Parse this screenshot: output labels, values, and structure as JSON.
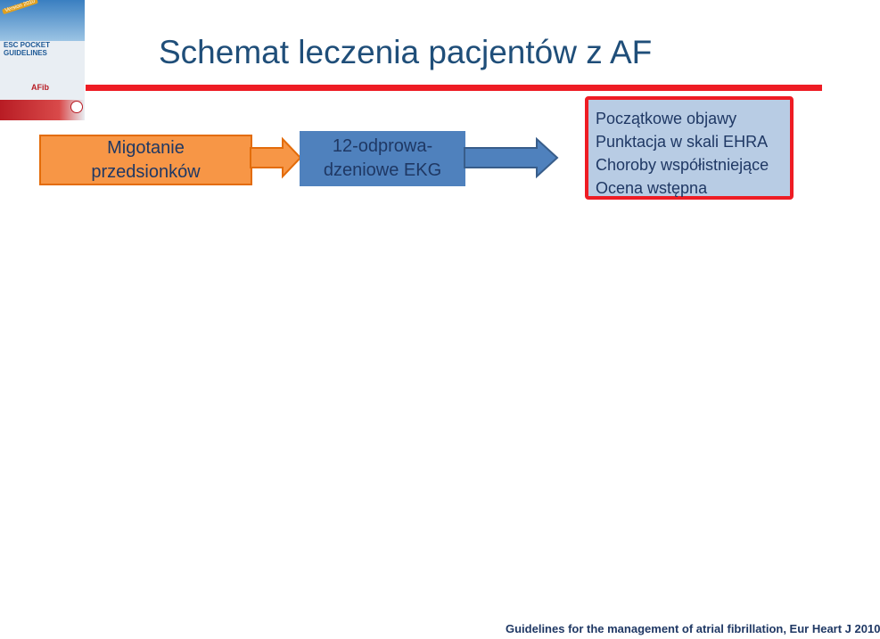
{
  "header": {
    "title": "Schemat leczenia pacjentów z AF"
  },
  "cover": {
    "version": "Version 2010",
    "series": "ESC POCKET GUIDELINES",
    "topic": "AFib"
  },
  "flow": {
    "step1": {
      "line1": "Migotanie",
      "line2": "przedsionków"
    },
    "step2": {
      "line1": "12-odprowa-",
      "line2": "dzeniowe EKG"
    },
    "step3": {
      "items": [
        "Początkowe objawy",
        "Punktacja w skali EHRA",
        "Choroby współistniejące",
        "Ocena wstępna"
      ]
    }
  },
  "footer": {
    "citation": "Guidelines for the management of atrial fibrillation, Eur Heart J 2010"
  },
  "colors": {
    "title": "#1f4e79",
    "rule": "#ee1c24",
    "af_box": "#f79646",
    "ekg_box": "#4f81bd",
    "eval_box": "#b8cce4",
    "eval_border": "#ee1c24"
  }
}
